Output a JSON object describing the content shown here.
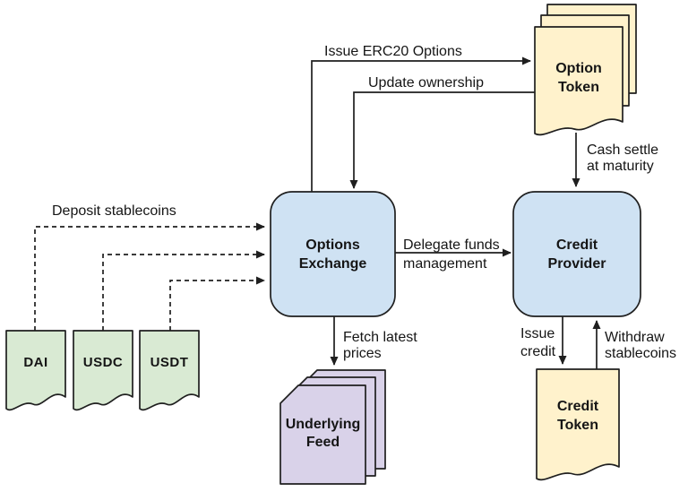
{
  "colors": {
    "background": "#ffffff",
    "box_blue": "#cfe2f3",
    "doc_yellow": "#fff2cc",
    "doc_green": "#d9ead3",
    "doc_purple": "#d9d2e9",
    "stroke": "#1f1f1f",
    "text": "#151515"
  },
  "nodes": {
    "options_exchange": {
      "lines": [
        "Options",
        "Exchange"
      ],
      "shape": "rounded-box",
      "color": "#cfe2f3"
    },
    "credit_provider": {
      "lines": [
        "Credit",
        "Provider"
      ],
      "shape": "rounded-box",
      "color": "#cfe2f3"
    },
    "option_token": {
      "lines": [
        "Option",
        "Token"
      ],
      "shape": "document-stack",
      "color": "#fff2cc"
    },
    "underlying_feed": {
      "lines": [
        "Underlying",
        "Feed"
      ],
      "shape": "sheet-stack",
      "color": "#d9d2e9"
    },
    "credit_token": {
      "lines": [
        "Credit",
        "Token"
      ],
      "shape": "document",
      "color": "#fff2cc"
    },
    "dai": {
      "label": "DAI",
      "shape": "document",
      "color": "#d9ead3"
    },
    "usdc": {
      "label": "USDC",
      "shape": "document",
      "color": "#d9ead3"
    },
    "usdt": {
      "label": "USDT",
      "shape": "document",
      "color": "#d9ead3"
    }
  },
  "edges": {
    "issue_erc20_options": {
      "label": "Issue ERC20 Options",
      "from": "options_exchange",
      "to": "option_token",
      "style": "solid"
    },
    "update_ownership": {
      "label": "Update ownership",
      "from": "option_token",
      "to": "options_exchange",
      "style": "solid"
    },
    "cash_settle": {
      "lines": [
        "Cash settle",
        "at maturity"
      ],
      "from": "option_token",
      "to": "credit_provider",
      "style": "solid"
    },
    "deposit_stablecoins": {
      "label": "Deposit stablecoins",
      "from": "dai, usdc, usdt",
      "to": "options_exchange",
      "style": "dashed"
    },
    "delegate_funds": {
      "lines": [
        "Delegate funds",
        "management"
      ],
      "from": "options_exchange",
      "to": "credit_provider",
      "style": "solid"
    },
    "fetch_prices": {
      "lines": [
        "Fetch latest",
        "prices"
      ],
      "from": "options_exchange",
      "to": "underlying_feed",
      "style": "solid"
    },
    "issue_credit": {
      "lines": [
        "Issue",
        "credit"
      ],
      "from": "credit_provider",
      "to": "credit_token",
      "style": "solid"
    },
    "withdraw_stablecoins": {
      "lines": [
        "Withdraw",
        "stablecoins"
      ],
      "from": "credit_token",
      "to": "credit_provider",
      "style": "solid"
    }
  }
}
